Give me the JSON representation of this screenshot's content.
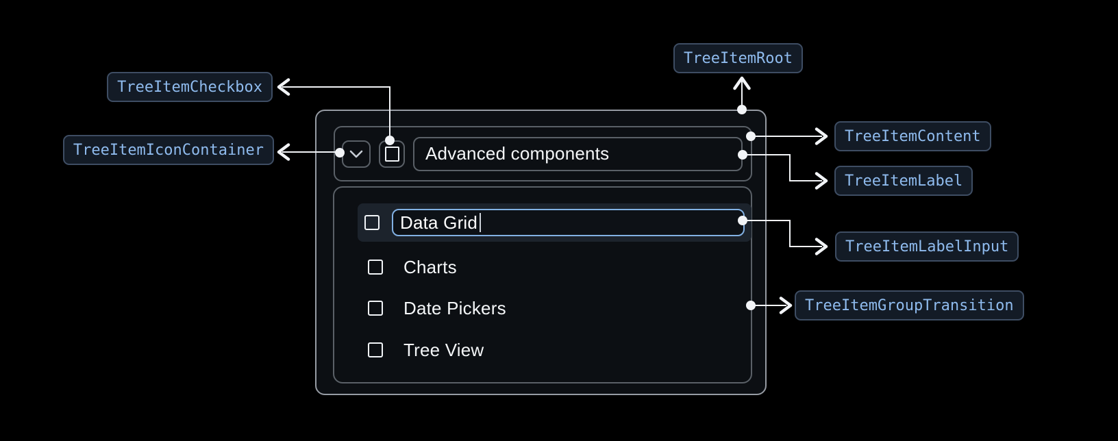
{
  "badges": {
    "checkbox": "TreeItemCheckbox",
    "icon_container": "TreeItemIconContainer",
    "root": "TreeItemRoot",
    "content": "TreeItemContent",
    "label": "TreeItemLabel",
    "label_input": "TreeItemLabelInput",
    "group_transition": "TreeItemGroupTransition"
  },
  "tree": {
    "parent_label": "Advanced components",
    "edit_value": "Data Grid",
    "children": [
      "Charts",
      "Date Pickers",
      "Tree View"
    ]
  },
  "colors": {
    "accent_blue": "#82b1e4",
    "badge_text": "#8fbbee",
    "badge_bg": "#131b26",
    "badge_border": "#3e4d63",
    "connector": "#f2f4f7"
  }
}
